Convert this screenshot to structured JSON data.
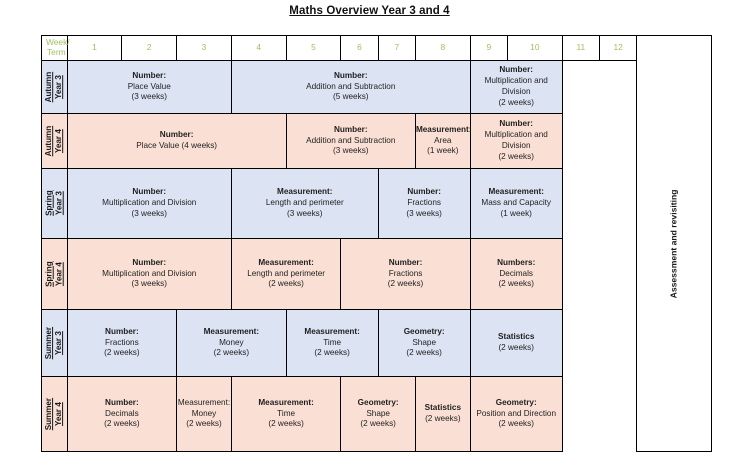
{
  "document": {
    "title": "Maths Overview Year 3 and 4"
  },
  "table": {
    "corner_label_line1": "Week/",
    "corner_label_line2": "Term",
    "week_columns": [
      "1",
      "2",
      "3",
      "4",
      "5",
      "6",
      "7",
      "8",
      "9",
      "10",
      "11",
      "12"
    ],
    "assessment_label": "Assessment and revisiting",
    "colors": {
      "header_text": "#9cc55c",
      "year3_fill": "#dce3f2",
      "year4_fill": "#fae0d4",
      "border": "#000000",
      "body_text": "#1f1f1f"
    },
    "rows": [
      {
        "season": "Autumn",
        "year": "Year 3",
        "fill": "year3",
        "cells": [
          {
            "title": "Number:",
            "subject": "Place Value",
            "weeks": "(3 weeks)",
            "span": 3,
            "title_bold": true
          },
          {
            "title": "Number:",
            "subject": "Addition and Subtraction",
            "weeks": "(5 weeks)",
            "span": 5,
            "title_bold": true
          },
          {
            "title": "Number:",
            "subject": "Multiplication and Division",
            "weeks": "(2 weeks)",
            "span": 2,
            "title_bold": true
          }
        ]
      },
      {
        "season": "Autumn",
        "year": "Year 4",
        "fill": "year4",
        "cells": [
          {
            "title": "Number:",
            "subject": "Place Value (4 weeks)",
            "weeks": "",
            "span": 4,
            "title_bold": true
          },
          {
            "title": "Number:",
            "subject": "Addition and Subtraction",
            "weeks": "(3 weeks)",
            "span": 3,
            "title_bold": true
          },
          {
            "title": "Measurement:",
            "subject": "Area",
            "weeks": "(1 week)",
            "span": 1,
            "title_bold": true
          },
          {
            "title": "Number:",
            "subject": "Multiplication and Division",
            "weeks": "(2 weeks)",
            "span": 2,
            "title_bold": true
          }
        ]
      },
      {
        "season": "Spring",
        "year": "Year 3",
        "fill": "year3",
        "cells": [
          {
            "title": "Number:",
            "subject": "Multiplication and Division",
            "weeks": "(3 weeks)",
            "span": 3,
            "title_bold": true
          },
          {
            "title": "Measurement:",
            "subject": "Length and perimeter",
            "weeks": "(3 weeks)",
            "span": 3,
            "title_bold": true
          },
          {
            "title": "Number:",
            "subject": "Fractions",
            "weeks": "(3 weeks)",
            "span": 2,
            "title_bold": true
          },
          {
            "title": "Measurement:",
            "subject": "Mass and Capacity",
            "weeks": "(1 week)",
            "span": 2,
            "title_bold": true
          }
        ]
      },
      {
        "season": "Spring",
        "year": "Year 4",
        "fill": "year4",
        "cells": [
          {
            "title": "Number:",
            "subject": "Multiplication and Division",
            "weeks": "(3 weeks)",
            "span": 3,
            "title_bold": true
          },
          {
            "title": "Measurement:",
            "subject": "Length and perimeter",
            "weeks": "(2 weeks)",
            "span": 2,
            "title_bold": true
          },
          {
            "title": "Number:",
            "subject": "Fractions",
            "weeks": "(2 weeks)",
            "span": 3,
            "title_bold": true
          },
          {
            "title": "Numbers:",
            "subject": "Decimals",
            "weeks": "(2 weeks)",
            "span": 2,
            "title_bold": true
          }
        ]
      },
      {
        "season": "Summer",
        "year": "Year 3",
        "fill": "year3",
        "cells": [
          {
            "title": "Number:",
            "subject": "Fractions",
            "weeks": "(2 weeks)",
            "span": 2,
            "title_bold": true
          },
          {
            "title": "Measurement:",
            "subject": "Money",
            "weeks": "(2 weeks)",
            "span": 2,
            "title_bold": true
          },
          {
            "title": "Measurement:",
            "subject": "Time",
            "weeks": "(2 weeks)",
            "span": 2,
            "title_bold": true
          },
          {
            "title": "Geometry:",
            "subject": "Shape",
            "weeks": "(2 weeks)",
            "span": 2,
            "title_bold": true
          },
          {
            "title": "Statistics",
            "subject": "(2 weeks)",
            "weeks": "",
            "span": 2,
            "title_bold": true
          }
        ]
      },
      {
        "season": "Summer",
        "year": "Year 4",
        "fill": "year4",
        "cells": [
          {
            "title": "Number:",
            "subject": "Decimals",
            "weeks": "(2 weeks)",
            "span": 2,
            "title_bold": true
          },
          {
            "title": "Measurement:",
            "subject": "Money",
            "weeks": "(2 weeks)",
            "span": 1,
            "title_bold": false
          },
          {
            "title": "Measurement:",
            "subject": "Time",
            "weeks": "(2 weeks)",
            "span": 2,
            "title_bold": true
          },
          {
            "title": "Geometry:",
            "subject": "Shape",
            "weeks": "(2 weeks)",
            "span": 2,
            "title_bold": true
          },
          {
            "title": "Statistics",
            "subject": "(2 weeks)",
            "weeks": "",
            "span": 1,
            "title_bold": true
          },
          {
            "title": "Geometry:",
            "subject": "Position and Direction",
            "weeks": "(2 weeks)",
            "span": 2,
            "title_bold": true
          }
        ]
      }
    ]
  }
}
